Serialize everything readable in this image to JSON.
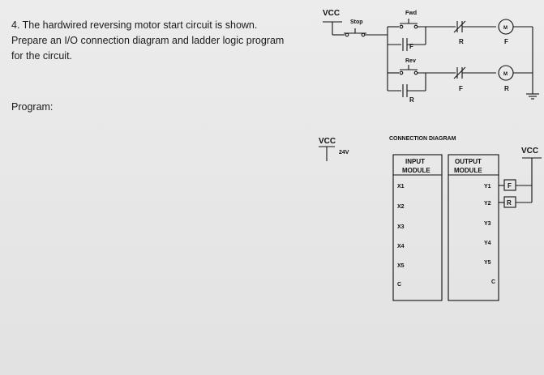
{
  "question": {
    "line1": "4. The hardwired reversing motor start circuit is shown.",
    "line2": "Prepare an I/O connection diagram and ladder logic program",
    "line3": "for the circuit."
  },
  "program_label": "Program:",
  "circuit": {
    "vcc": "VCC",
    "stop": "Stop",
    "fwd": "Fwd",
    "rev": "Rev",
    "r": "R",
    "f": "F",
    "motor": "M"
  },
  "connection": {
    "title": "CONNECTION DIAGRAM",
    "vcc_left": "VCC",
    "voltage": "24V",
    "vcc_right": "VCC",
    "input_title1": "INPUT",
    "input_title2": "MODULE",
    "output_title1": "OUTPUT",
    "output_title2": "MODULE",
    "inputs": [
      "X1",
      "X2",
      "X3",
      "X4",
      "X5",
      "C"
    ],
    "outputs": [
      "Y1",
      "Y2",
      "Y3",
      "Y4",
      "Y5",
      "C"
    ],
    "coil_f": "F",
    "coil_r": "R"
  }
}
